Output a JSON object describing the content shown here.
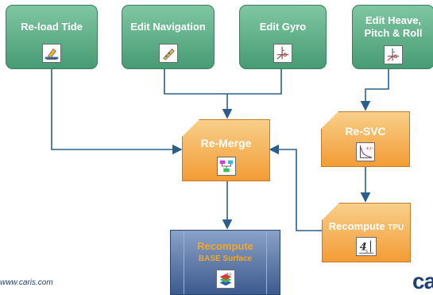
{
  "nodes": {
    "reload_tide": "Re-load Tide",
    "edit_navigation": "Edit Navigation",
    "edit_gyro": "Edit Gyro",
    "edit_heave_line1": "Edit Heave,",
    "edit_heave_line2": "Pitch & Roll",
    "re_merge": "Re-Merge",
    "re_svc": "Re-SVC",
    "recompute_tpu": "Recompute",
    "recompute_tpu_suffix": "TPU",
    "recompute_base_line1": "Recompute",
    "recompute_base_line2": "BASE Surface"
  },
  "footer": {
    "url": "www.caris.com",
    "logo": "ca"
  },
  "colors": {
    "green_box": "#479b74",
    "orange_box": "#f39c35",
    "blue_box": "#3c5a8e",
    "arrow": "#2b5e8c",
    "base_text": "#f5a623"
  },
  "icons": {
    "reload_tide": "tide-icon",
    "edit_navigation": "navigation-icon",
    "edit_gyro": "gyro-icon",
    "edit_heave": "heave-icon",
    "re_merge": "merge-icon",
    "re_svc": "svc-icon",
    "recompute_tpu": "tpu-icon",
    "recompute_base": "base-surface-icon"
  }
}
